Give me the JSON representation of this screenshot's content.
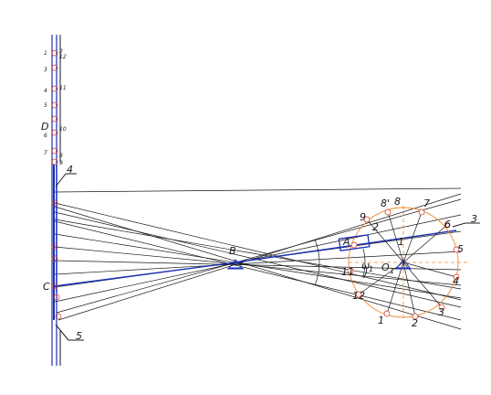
{
  "labels": {
    "B": "B",
    "A": "A",
    "C": "C",
    "D": "D",
    "O1": "O",
    "O1_sub": "1",
    "omega": "ω",
    "omega_sub": "1",
    "leader_3": "3",
    "leader_4": "4",
    "leader_5": "5",
    "leader_1": "1",
    "leader_2": "2"
  },
  "crank_positions": [
    "1",
    "2",
    "3",
    "4",
    "5",
    "6",
    "7",
    "8",
    "8'",
    "9",
    "11",
    "12"
  ],
  "slider_positions": [
    "1",
    "2",
    "3",
    "4",
    "5",
    "6",
    "7",
    "8",
    "9",
    "10",
    "11",
    "12"
  ],
  "colors": {
    "mechanism": "#1a2fb8",
    "construction": "#f08a30",
    "points": "#d43c24",
    "rays": "#1a1a1a"
  }
}
